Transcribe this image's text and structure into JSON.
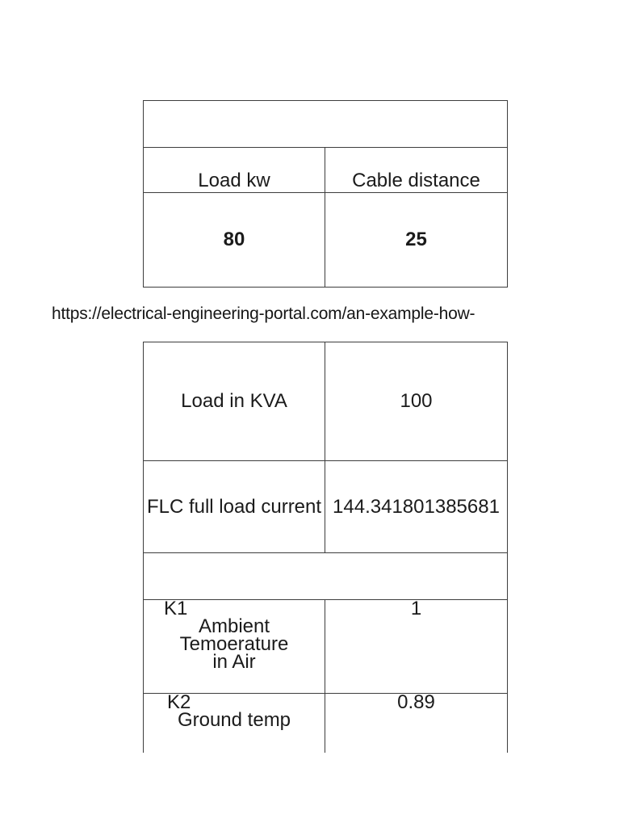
{
  "page": {
    "background": "#ffffff",
    "text_color": "#1b1b1b",
    "border_color": "#3d3d3d"
  },
  "link": {
    "url_text": "https://electrical-engineering-portal.com/an-example-how-"
  },
  "load_table": {
    "empty_header": "",
    "headers": {
      "load": "Load kw",
      "cable": "Cable distance"
    },
    "values": {
      "load": "80",
      "cable": "25"
    }
  },
  "calc_table": {
    "load_kva": {
      "label": "Load in KVA",
      "value": "100"
    },
    "flc": {
      "label": "FLC full load current",
      "value": "144.341801385681"
    },
    "spacer": {
      "label": ""
    },
    "k1": {
      "line1": "K1",
      "line2": "Ambient Temoerature",
      "line3": "in Air",
      "value": "1"
    },
    "k2": {
      "line1": "K2",
      "line2": "Ground temp",
      "value": "0.89"
    }
  }
}
